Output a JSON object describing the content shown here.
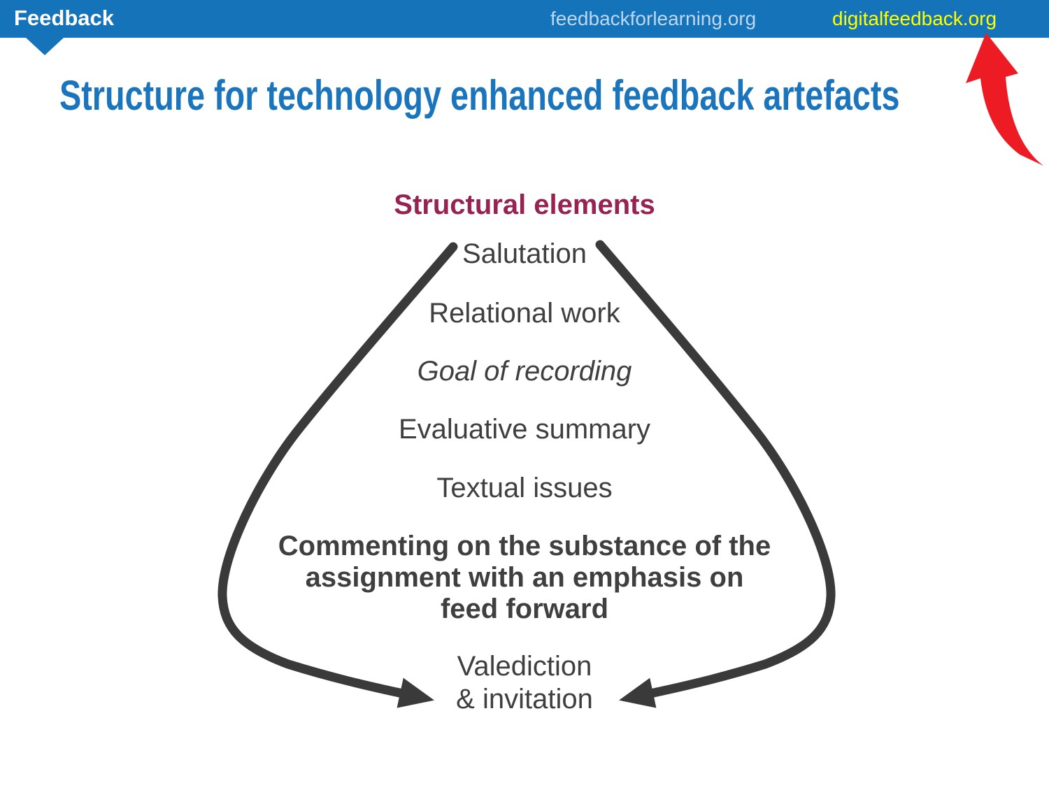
{
  "header": {
    "logo": "Feedback",
    "site1": "feedbackforlearning.org",
    "site2": "digitalfeedback.org"
  },
  "title": "Structure for technology enhanced feedback artefacts",
  "diagram": {
    "heading": "Structural elements",
    "items": [
      "Salutation",
      "Relational work",
      "Goal of recording",
      "Evaluative summary",
      "Textual issues",
      "Commenting on the substance of the assignment with an emphasis on feed forward"
    ],
    "final_item": {
      "line1": "Valediction",
      "line2": "& invitation"
    }
  },
  "colors": {
    "bar_blue": "#1573B9",
    "title_blue": "#1B75BC",
    "heading_maroon": "#962352",
    "body_gray": "#3F3F3F",
    "arrow_gray": "#3A3A3A",
    "red_arrow": "#ED1C24",
    "site1_text": "#BDD7EE",
    "site2_text": "#FFFF00"
  }
}
